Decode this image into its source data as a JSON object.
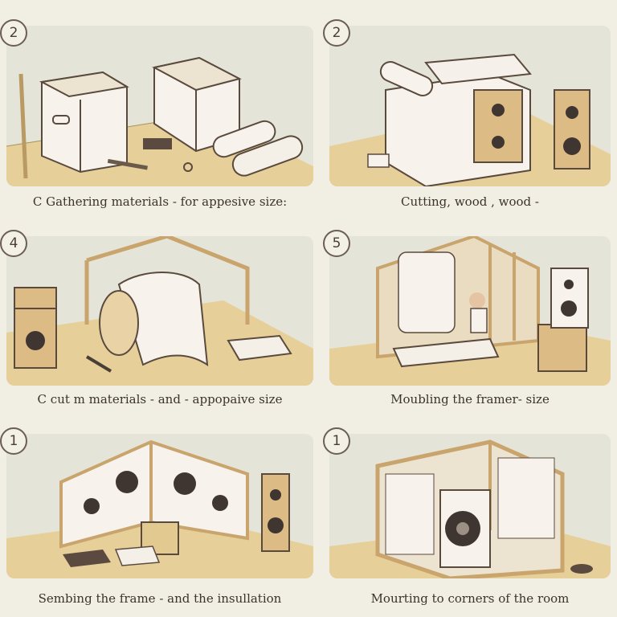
{
  "panels": [
    {
      "number": "2",
      "caption": "C  Gathering materials - for appesive size:"
    },
    {
      "number": "2",
      "caption": "Cutting, wood ,  wood -"
    },
    {
      "number": "4",
      "caption": "C cut m materials  -  and  -  appopaive size"
    },
    {
      "number": "5",
      "caption": "Moubling the framer- size"
    },
    {
      "number": "1",
      "caption": "Sembing the frame  -  and the insullation"
    },
    {
      "number": "1",
      "caption": "Mourting to corners of the room"
    }
  ],
  "colors": {
    "background": "#f1eee3",
    "panel": "#e4e5d8",
    "floor": "#e6cf98",
    "wood": "#dcbb84",
    "outline": "#5a4a3e",
    "panel_white": "#f7f3ec"
  }
}
